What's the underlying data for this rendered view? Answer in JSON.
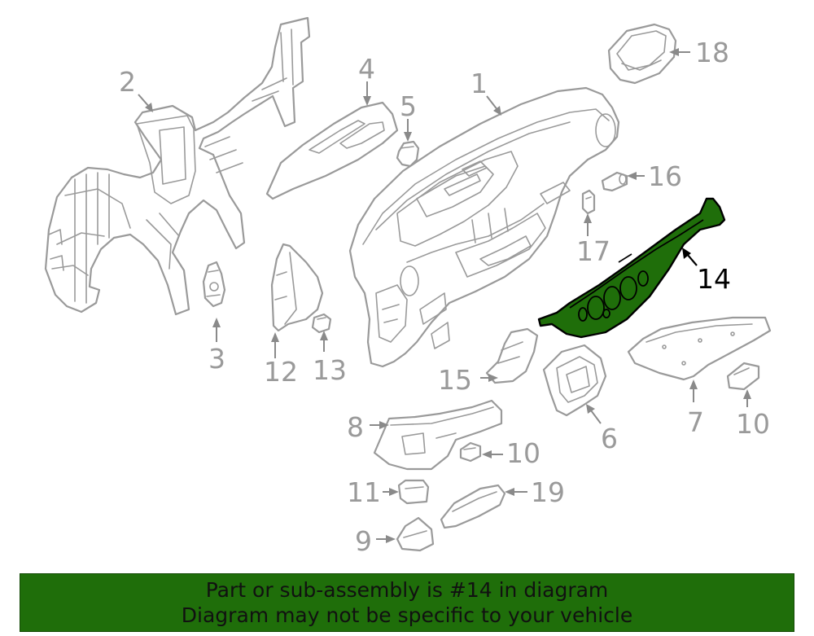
{
  "highlight_color": "#1f6e0a",
  "highlighted_part": "14",
  "callouts": {
    "c1": "1",
    "c2": "2",
    "c3": "3",
    "c4": "4",
    "c5": "5",
    "c6": "6",
    "c7": "7",
    "c8": "8",
    "c9": "9",
    "c10a": "10",
    "c10b": "10",
    "c11": "11",
    "c12": "12",
    "c13": "13",
    "c14": "14",
    "c15": "15",
    "c16": "16",
    "c17": "17",
    "c18": "18",
    "c19": "19"
  },
  "banner": {
    "line1": "Part or sub-assembly is #14 in diagram",
    "line2": "Diagram may not be specific to your vehicle"
  }
}
